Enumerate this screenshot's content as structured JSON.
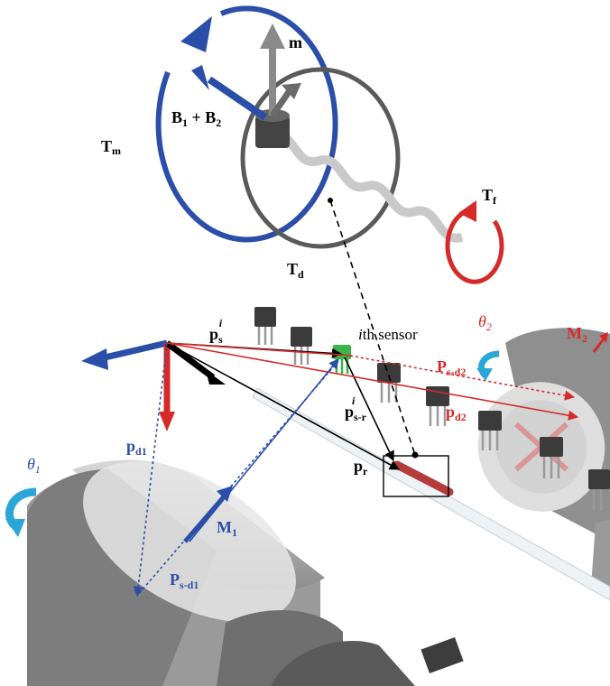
{
  "torques": {
    "tm": {
      "main": "T",
      "sub": "m"
    },
    "td": {
      "main": "T",
      "sub": "d"
    },
    "tf": {
      "main": "T",
      "sub": "f"
    }
  },
  "moment": "m",
  "field": {
    "b1": "B",
    "one": "1",
    "plus": " + ",
    "b2": "B",
    "two": "2"
  },
  "sensor": {
    "i": "i",
    "rest": "th sensor"
  },
  "vectors": {
    "ps": {
      "main": "p",
      "sub": "s",
      "sup": "i"
    },
    "psr": {
      "main": "p",
      "sub": "s-r",
      "sup": "i"
    },
    "pr": {
      "main": "p",
      "sub": "r"
    },
    "pd1": {
      "main": "p",
      "sub": "d1"
    },
    "pd2": {
      "main": "p",
      "sub": "d2"
    },
    "psd1": {
      "main": "P",
      "sub": "s-d1"
    },
    "psd2": {
      "main": "P",
      "sub": "s-d2"
    }
  },
  "magnets": {
    "m1": {
      "main": "M",
      "sub": "1"
    },
    "m2": {
      "main": "M",
      "sub": "2"
    }
  },
  "angles": {
    "t1": {
      "main": "θ",
      "sub": "1"
    },
    "t2": {
      "main": "θ",
      "sub": "2"
    }
  },
  "colors": {
    "blue": "#2b4fa8",
    "red": "#d62a2a",
    "gray": "#8a8a8a",
    "cyan": "#2aa6d8",
    "green": "#3ab54a"
  }
}
